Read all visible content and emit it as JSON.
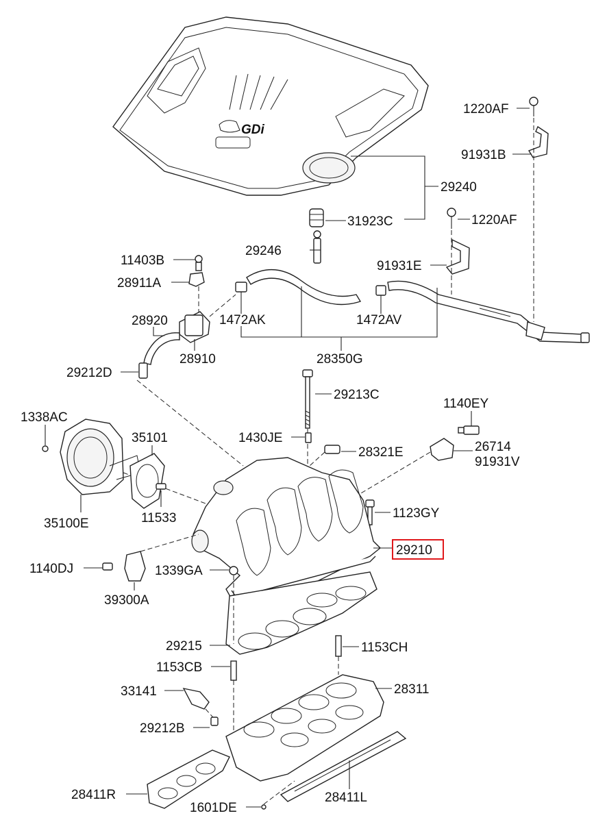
{
  "highlight_color": "#e0181b",
  "labels": {
    "p1220AF_top": "1220AF",
    "p91931B": "91931B",
    "p29240": "29240",
    "p1220AF_mid": "1220AF",
    "p31923C": "31923C",
    "p29246": "29246",
    "p11403B": "11403B",
    "p91931E": "91931E",
    "p28911A": "28911A",
    "p28920": "28920",
    "p1472AK": "1472AK",
    "p1472AV": "1472AV",
    "p28910": "28910",
    "p28350G": "28350G",
    "p29212D": "29212D",
    "p29213C": "29213C",
    "p1140EY": "1140EY",
    "p1338AC": "1338AC",
    "p35101": "35101",
    "p1430JE": "1430JE",
    "p28321E": "28321E",
    "p26714": "26714",
    "p91931V": "91931V",
    "p11533": "11533",
    "p35100E": "35100E",
    "p1123GY": "1123GY",
    "p29210": "29210",
    "p1140DJ": "1140DJ",
    "p1339GA": "1339GA",
    "p39300A": "39300A",
    "p29215": "29215",
    "p1153CH": "1153CH",
    "p1153CB": "1153CB",
    "p33141": "33141",
    "p28311": "28311",
    "p29212B": "29212B",
    "p28411R": "28411R",
    "p1601DE": "1601DE",
    "p28411L": "28411L"
  }
}
